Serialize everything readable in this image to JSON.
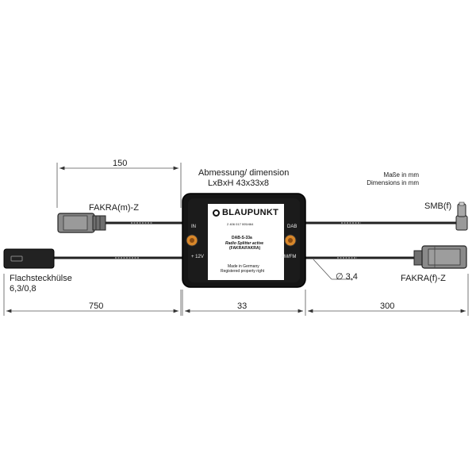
{
  "dimensions": {
    "d150": "150",
    "d750": "750",
    "d33": "33",
    "d300": "300",
    "diameter": "∅ 3,4"
  },
  "labels": {
    "abmessung_line1": "Abmessung/ dimension",
    "abmessung_line2": "LxBxH 43x33x8",
    "masse_line1": "Maße in mm",
    "masse_line2": "Dimensions in mm",
    "fakra_m": "FAKRA(m)-Z",
    "smb": "SMB(f)",
    "fakra_f": "FAKRA(f)-Z",
    "flach_line1": "Flachsteckhülse",
    "flach_line2": "6,3/0,8"
  },
  "device_label": {
    "brand": "BLAUPUNKT",
    "part_no": "2 406 017 005/464",
    "port_in": "IN",
    "port_dab": "DAB",
    "model": "DAB-S-33a",
    "desc": "Radio Splitter active",
    "conn": "(FAKRA/FAKRA)",
    "port_12v": "+ 12V",
    "port_amfm": "AM/FM",
    "made": "Made in Germany",
    "registered": "Registered property right"
  },
  "colors": {
    "device_body": "#161616",
    "cable": "#2a2a2a",
    "connector_body": "#8c8c8c",
    "screw": "#d8872a"
  }
}
